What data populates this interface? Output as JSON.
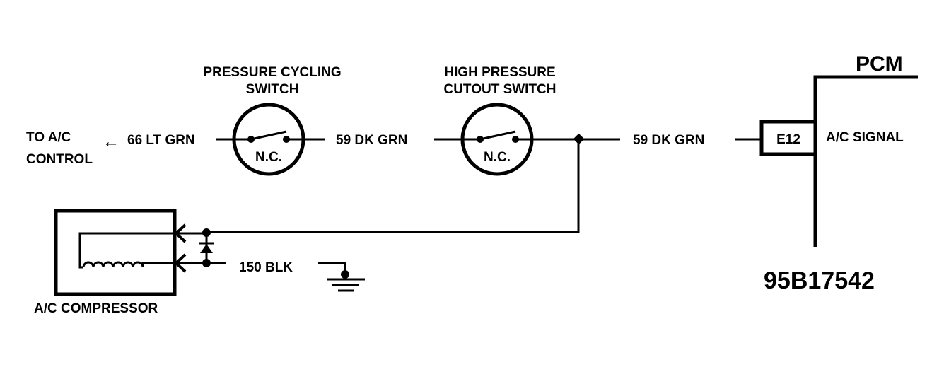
{
  "labels": {
    "pressure_cycling_line1": "PRESSURE CYCLING",
    "pressure_cycling_line2": "SWITCH",
    "high_pressure_line1": "HIGH PRESSURE",
    "high_pressure_line2": "CUTOUT SWITCH",
    "to_ac_line1": "TO A/C",
    "to_ac_line2": "CONTROL",
    "wire_66": "66 LT GRN",
    "wire_59_a": "59 DK GRN",
    "wire_59_b": "59 DK GRN",
    "nc_1": "N.C.",
    "nc_2": "N.C.",
    "pcm": "PCM",
    "terminal": "E12",
    "ac_signal": "A/C SIGNAL",
    "wire_150": "150 BLK",
    "compressor": "A/C COMPRESSOR",
    "figure_id": "95B17542"
  },
  "arrow_glyph": "←"
}
